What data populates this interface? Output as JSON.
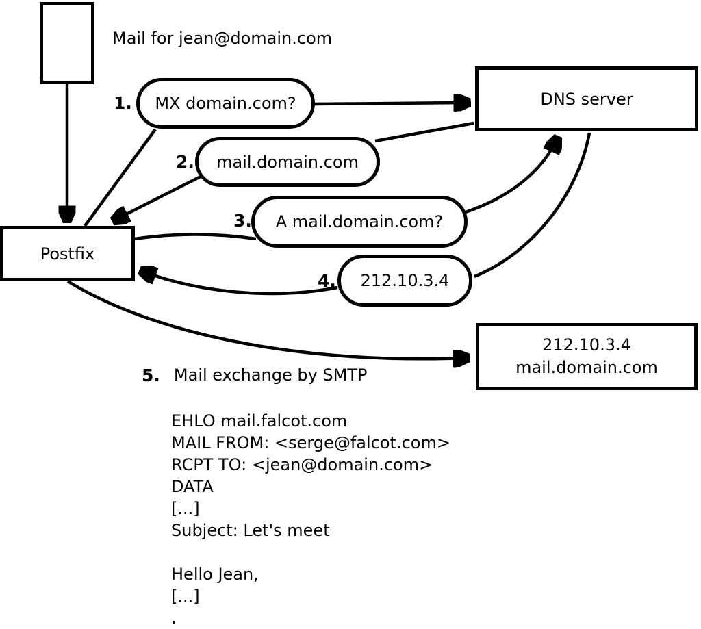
{
  "colors": {
    "ink": "#000000",
    "paper": "#ffffff"
  },
  "caption": "Mail for jean@domain.com",
  "nodes": {
    "postfix": "Postfix",
    "dns": "DNS server",
    "mailserver_line1": "212.10.3.4",
    "mailserver_line2": "mail.domain.com"
  },
  "steps": [
    {
      "num": "1.",
      "label": "MX domain.com?"
    },
    {
      "num": "2.",
      "label": "mail.domain.com"
    },
    {
      "num": "3.",
      "label": "A mail.domain.com?"
    },
    {
      "num": "4.",
      "label": "212.10.3.4"
    },
    {
      "num": "5.",
      "label": "Mail exchange by SMTP"
    }
  ],
  "smtp_session": [
    "EHLO mail.falcot.com",
    "MAIL FROM: <serge@falcot.com>",
    "RCPT TO: <jean@domain.com>",
    "DATA",
    "[...]",
    "Subject: Let's meet",
    "",
    "Hello Jean,",
    "[...]",
    "."
  ]
}
